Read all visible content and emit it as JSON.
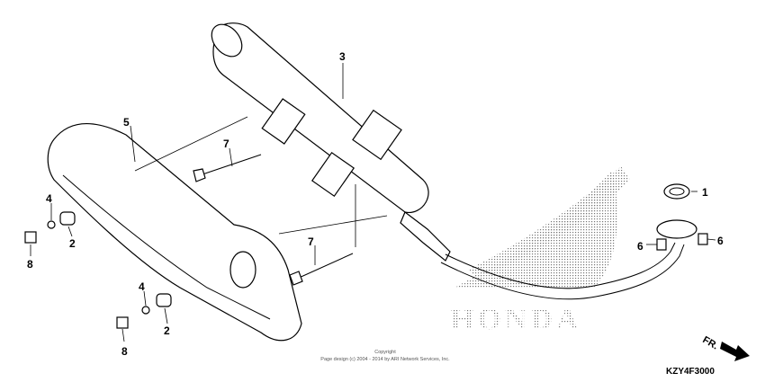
{
  "diagram": {
    "callouts": [
      {
        "id": "label-3",
        "text": "3"
      },
      {
        "id": "label-5",
        "text": "5"
      },
      {
        "id": "label-7a",
        "text": "7"
      },
      {
        "id": "label-7b",
        "text": "7"
      },
      {
        "id": "label-1",
        "text": "1"
      },
      {
        "id": "label-6a",
        "text": "6"
      },
      {
        "id": "label-6b",
        "text": "6"
      },
      {
        "id": "label-4a",
        "text": "4"
      },
      {
        "id": "label-2a",
        "text": "2"
      },
      {
        "id": "label-8a",
        "text": "8"
      },
      {
        "id": "label-4b",
        "text": "4"
      },
      {
        "id": "label-2b",
        "text": "2"
      },
      {
        "id": "label-8b",
        "text": "8"
      }
    ],
    "watermark": "HONDA",
    "copyright_line1": "Copyright",
    "copyright_line2": "Page design (c) 2004 - 2014 by ARI Network Services, Inc.",
    "direction_label": "FR.",
    "diagram_code": "KZY4F3000"
  }
}
